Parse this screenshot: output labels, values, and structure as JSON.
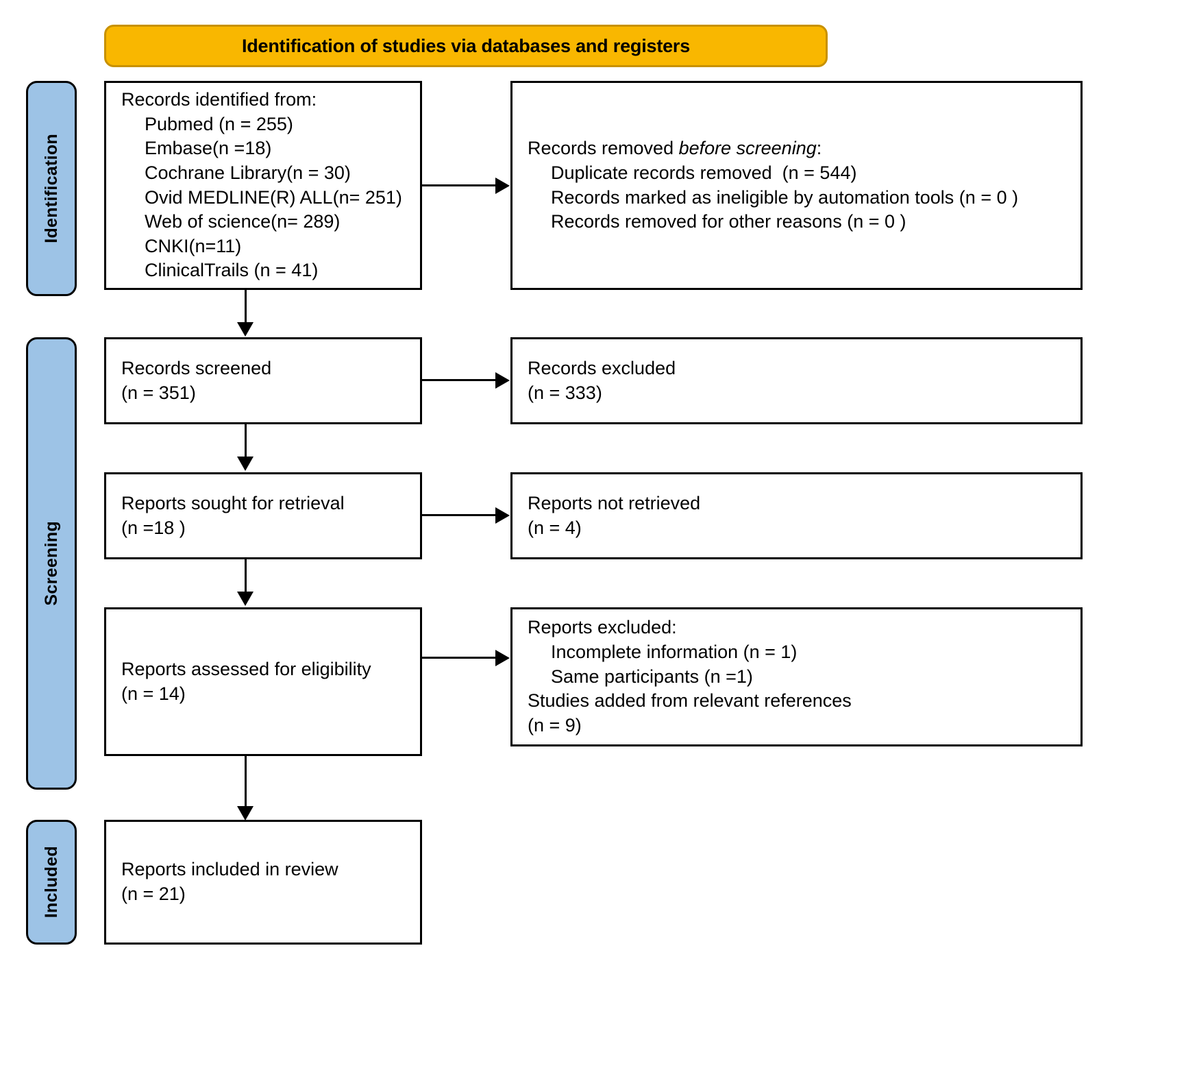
{
  "diagram": {
    "title": "Identification of studies via databases and registers",
    "type": "PRISMA flow diagram",
    "colors": {
      "banner_fill": "#f9b700",
      "banner_border": "#c89100",
      "phase_fill": "#9dc3e6",
      "box_border": "#000000",
      "box_fill": "#ffffff",
      "text": "#000000"
    }
  },
  "phases": [
    {
      "label": "Identification"
    },
    {
      "label": "Screening"
    },
    {
      "label": "Included"
    }
  ],
  "boxes": {
    "identified": {
      "lines": [
        {
          "text": "Records identified from:",
          "indent": false
        },
        {
          "text": "Pubmed (n = 255)",
          "indent": true
        },
        {
          "text": "Embase(n =18)",
          "indent": true
        },
        {
          "text": "Cochrane Library(n = 30)",
          "indent": true
        },
        {
          "text": "Ovid MEDLINE(R) ALL(n= 251)",
          "indent": true
        },
        {
          "text": "Web of science(n= 289)",
          "indent": true
        },
        {
          "text": "CNKI(n=11)",
          "indent": true
        },
        {
          "text": "ClinicalTrails (n = 41)",
          "indent": true
        }
      ]
    },
    "removed_before_screening": {
      "heading_pre": "Records removed ",
      "heading_italic": "before screening",
      "heading_post": ":",
      "lines": [
        {
          "text": "Duplicate records removed  (n = 544)",
          "indent": true
        },
        {
          "text": "Records marked as ineligible by automation tools (n = 0 )",
          "indent": true
        },
        {
          "text": "Records removed for other reasons (n = 0 )",
          "indent": true
        }
      ]
    },
    "records_screened": {
      "lines": [
        {
          "text": "Records screened",
          "indent": false
        },
        {
          "text": "(n = 351)",
          "indent": false
        }
      ]
    },
    "records_excluded": {
      "lines": [
        {
          "text": "Records excluded",
          "indent": false
        },
        {
          "text": "(n = 333)",
          "indent": false
        }
      ]
    },
    "reports_sought": {
      "lines": [
        {
          "text": "Reports sought for retrieval",
          "indent": false
        },
        {
          "text": "(n =18 )",
          "indent": false
        }
      ]
    },
    "reports_not_retrieved": {
      "lines": [
        {
          "text": "Reports not retrieved",
          "indent": false
        },
        {
          "text": "(n = 4)",
          "indent": false
        }
      ]
    },
    "reports_assessed": {
      "lines": [
        {
          "text": "Reports assessed for eligibility",
          "indent": false
        },
        {
          "text": "(n = 14)",
          "indent": false
        }
      ]
    },
    "reports_excluded": {
      "lines": [
        {
          "text": "Reports excluded:",
          "indent": false
        },
        {
          "text": "Incomplete information (n = 1)",
          "indent": true
        },
        {
          "text": "Same participants (n =1)",
          "indent": true
        },
        {
          "text": "Studies added from relevant references",
          "indent": false
        },
        {
          "text": "(n = 9)",
          "indent": false
        }
      ]
    },
    "reports_included": {
      "lines": [
        {
          "text": "Reports included in review",
          "indent": false
        },
        {
          "text": "(n = 21)",
          "indent": false
        }
      ]
    }
  },
  "chart_data": {
    "type": "diagram",
    "title": "Identification of studies via databases and registers",
    "nodes": [
      {
        "id": "identified",
        "phase": "Identification",
        "label": "Records identified from",
        "sources": [
          {
            "name": "Pubmed",
            "n": 255
          },
          {
            "name": "Embase",
            "n": 18
          },
          {
            "name": "Cochrane Library",
            "n": 30
          },
          {
            "name": "Ovid MEDLINE(R) ALL",
            "n": 251
          },
          {
            "name": "Web of science",
            "n": 289
          },
          {
            "name": "CNKI",
            "n": 11
          },
          {
            "name": "ClinicalTrails",
            "n": 41
          }
        ]
      },
      {
        "id": "removed_before_screening",
        "phase": "Identification",
        "label": "Records removed before screening",
        "items": [
          {
            "name": "Duplicate records removed",
            "n": 544
          },
          {
            "name": "Records marked as ineligible by automation tools",
            "n": 0
          },
          {
            "name": "Records removed for other reasons",
            "n": 0
          }
        ]
      },
      {
        "id": "records_screened",
        "phase": "Screening",
        "label": "Records screened",
        "n": 351
      },
      {
        "id": "records_excluded",
        "phase": "Screening",
        "label": "Records excluded",
        "n": 333
      },
      {
        "id": "reports_sought",
        "phase": "Screening",
        "label": "Reports sought for retrieval",
        "n": 18
      },
      {
        "id": "reports_not_retrieved",
        "phase": "Screening",
        "label": "Reports not retrieved",
        "n": 4
      },
      {
        "id": "reports_assessed",
        "phase": "Screening",
        "label": "Reports assessed for eligibility",
        "n": 14
      },
      {
        "id": "reports_excluded",
        "phase": "Screening",
        "label": "Reports excluded",
        "items": [
          {
            "name": "Incomplete information",
            "n": 1
          },
          {
            "name": "Same participants",
            "n": 1
          },
          {
            "name": "Studies added from relevant references",
            "n": 9
          }
        ]
      },
      {
        "id": "reports_included",
        "phase": "Included",
        "label": "Reports included in review",
        "n": 21
      }
    ],
    "edges": [
      {
        "from": "identified",
        "to": "removed_before_screening",
        "direction": "right"
      },
      {
        "from": "identified",
        "to": "records_screened",
        "direction": "down"
      },
      {
        "from": "records_screened",
        "to": "records_excluded",
        "direction": "right"
      },
      {
        "from": "records_screened",
        "to": "reports_sought",
        "direction": "down"
      },
      {
        "from": "reports_sought",
        "to": "reports_not_retrieved",
        "direction": "right"
      },
      {
        "from": "reports_sought",
        "to": "reports_assessed",
        "direction": "down"
      },
      {
        "from": "reports_assessed",
        "to": "reports_excluded",
        "direction": "right"
      },
      {
        "from": "reports_assessed",
        "to": "reports_included",
        "direction": "down"
      }
    ]
  }
}
